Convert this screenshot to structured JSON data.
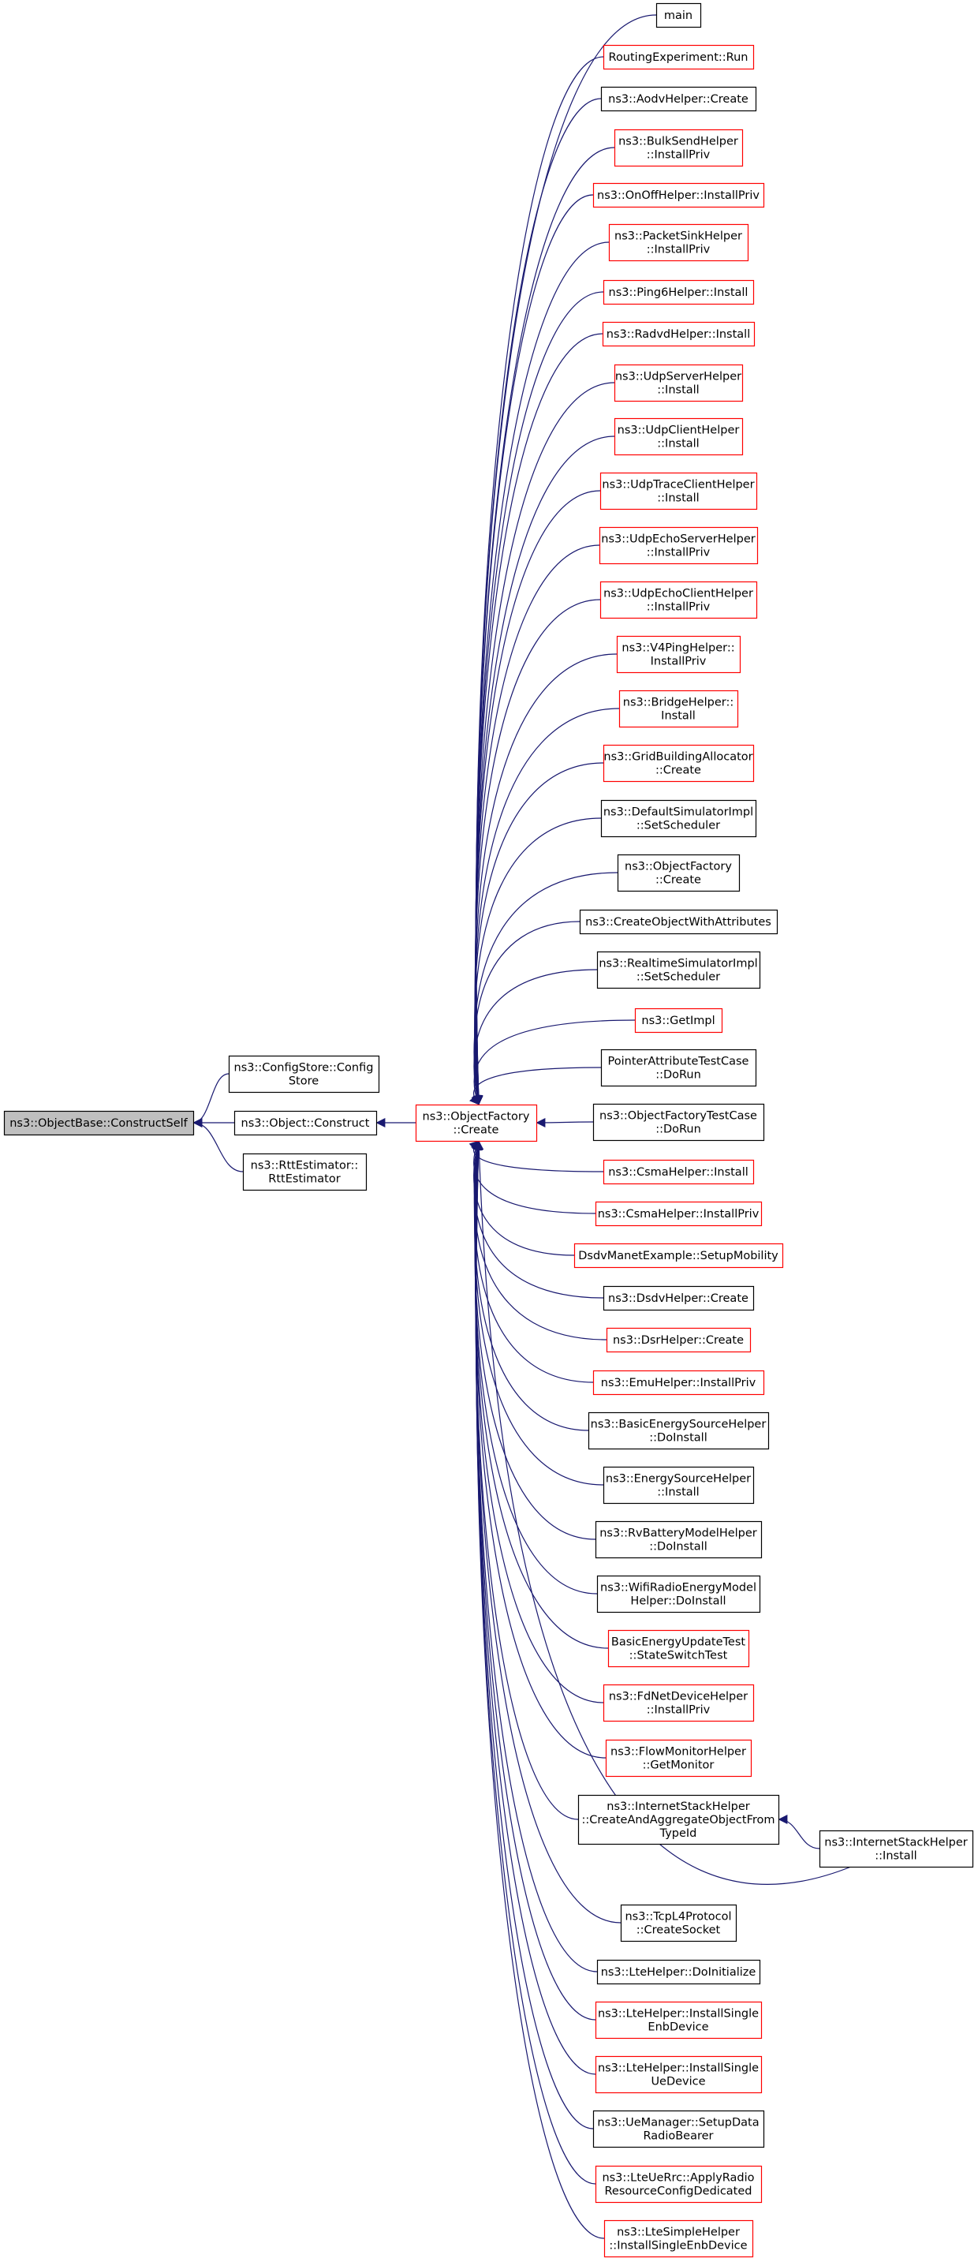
{
  "colors": {
    "edge": "#191970",
    "node_black": "#000000",
    "node_red": "#ff0000",
    "highlight_fill": "#bfbfbf",
    "background": "#ffffff"
  },
  "nodes": {
    "constructself": {
      "lines": [
        "ns3::ObjectBase::ConstructSelf"
      ],
      "border": "black",
      "highlight": true
    },
    "configstore": {
      "lines": [
        "ns3::ConfigStore::Config",
        "Store"
      ],
      "border": "black"
    },
    "object_construct": {
      "lines": [
        "ns3::Object::Construct"
      ],
      "border": "black"
    },
    "rttestimator": {
      "lines": [
        "ns3::RttEstimator::",
        "RttEstimator"
      ],
      "border": "black"
    },
    "objectfactory_create": {
      "lines": [
        "ns3::ObjectFactory",
        "::Create"
      ],
      "border": "red"
    },
    "main": {
      "lines": [
        "main"
      ],
      "border": "black"
    },
    "routing_run": {
      "lines": [
        "RoutingExperiment::Run"
      ],
      "border": "red"
    },
    "aodv_create": {
      "lines": [
        "ns3::AodvHelper::Create"
      ],
      "border": "black"
    },
    "bulksend": {
      "lines": [
        "ns3::BulkSendHelper",
        "::InstallPriv"
      ],
      "border": "red"
    },
    "onoff": {
      "lines": [
        "ns3::OnOffHelper::InstallPriv"
      ],
      "border": "red"
    },
    "packetsink": {
      "lines": [
        "ns3::PacketSinkHelper",
        "::InstallPriv"
      ],
      "border": "red"
    },
    "ping6": {
      "lines": [
        "ns3::Ping6Helper::Install"
      ],
      "border": "red"
    },
    "radvd": {
      "lines": [
        "ns3::RadvdHelper::Install"
      ],
      "border": "red"
    },
    "udpserver": {
      "lines": [
        "ns3::UdpServerHelper",
        "::Install"
      ],
      "border": "red"
    },
    "udpclient": {
      "lines": [
        "ns3::UdpClientHelper",
        "::Install"
      ],
      "border": "red"
    },
    "udptraceclient": {
      "lines": [
        "ns3::UdpTraceClientHelper",
        "::Install"
      ],
      "border": "red"
    },
    "udpechoserver": {
      "lines": [
        "ns3::UdpEchoServerHelper",
        "::InstallPriv"
      ],
      "border": "red"
    },
    "udpechoclient": {
      "lines": [
        "ns3::UdpEchoClientHelper",
        "::InstallPriv"
      ],
      "border": "red"
    },
    "v4ping": {
      "lines": [
        "ns3::V4PingHelper::",
        "InstallPriv"
      ],
      "border": "red"
    },
    "bridge": {
      "lines": [
        "ns3::BridgeHelper::",
        "Install"
      ],
      "border": "red"
    },
    "gridbuilding": {
      "lines": [
        "ns3::GridBuildingAllocator",
        "::Create"
      ],
      "border": "red"
    },
    "defaultsim": {
      "lines": [
        "ns3::DefaultSimulatorImpl",
        "::SetScheduler"
      ],
      "border": "black"
    },
    "objectfactory_create2": {
      "lines": [
        "ns3::ObjectFactory",
        "::Create"
      ],
      "border": "black"
    },
    "createobjattr": {
      "lines": [
        "ns3::CreateObjectWithAttributes"
      ],
      "border": "black"
    },
    "realtimesim": {
      "lines": [
        "ns3::RealtimeSimulatorImpl",
        "::SetScheduler"
      ],
      "border": "black"
    },
    "getimpl": {
      "lines": [
        "ns3::GetImpl"
      ],
      "border": "red"
    },
    "pointerattr": {
      "lines": [
        "PointerAttributeTestCase",
        "::DoRun"
      ],
      "border": "black"
    },
    "objfactorytest": {
      "lines": [
        "ns3::ObjectFactoryTestCase",
        "::DoRun"
      ],
      "border": "black"
    },
    "csma_install": {
      "lines": [
        "ns3::CsmaHelper::Install"
      ],
      "border": "red"
    },
    "csma_installpriv": {
      "lines": [
        "ns3::CsmaHelper::InstallPriv"
      ],
      "border": "red"
    },
    "dsdvmanet": {
      "lines": [
        "DsdvManetExample::SetupMobility"
      ],
      "border": "red"
    },
    "dsdv_create": {
      "lines": [
        "ns3::DsdvHelper::Create"
      ],
      "border": "black"
    },
    "dsr_create": {
      "lines": [
        "ns3::DsrHelper::Create"
      ],
      "border": "red"
    },
    "emu": {
      "lines": [
        "ns3::EmuHelper::InstallPriv"
      ],
      "border": "red"
    },
    "basicenergy": {
      "lines": [
        "ns3::BasicEnergySourceHelper",
        "::DoInstall"
      ],
      "border": "black"
    },
    "energysource": {
      "lines": [
        "ns3::EnergySourceHelper",
        "::Install"
      ],
      "border": "black"
    },
    "rvbattery": {
      "lines": [
        "ns3::RvBatteryModelHelper",
        "::DoInstall"
      ],
      "border": "black"
    },
    "wifiradio": {
      "lines": [
        "ns3::WifiRadioEnergyModel",
        "Helper::DoInstall"
      ],
      "border": "black"
    },
    "basicenergyupdate": {
      "lines": [
        "BasicEnergyUpdateTest",
        "::StateSwitchTest"
      ],
      "border": "red"
    },
    "fdnet": {
      "lines": [
        "ns3::FdNetDeviceHelper",
        "::InstallPriv"
      ],
      "border": "red"
    },
    "flowmonitor": {
      "lines": [
        "ns3::FlowMonitorHelper",
        "::GetMonitor"
      ],
      "border": "red"
    },
    "internetstack_cao": {
      "lines": [
        "ns3::InternetStackHelper",
        "::CreateAndAggregateObjectFrom",
        "TypeId"
      ],
      "border": "black"
    },
    "internetstack_install": {
      "lines": [
        "ns3::InternetStackHelper",
        "::Install"
      ],
      "border": "black"
    },
    "tcpl4": {
      "lines": [
        "ns3::TcpL4Protocol",
        "::CreateSocket"
      ],
      "border": "black"
    },
    "lte_doinit": {
      "lines": [
        "ns3::LteHelper::DoInitialize"
      ],
      "border": "black"
    },
    "lte_enb": {
      "lines": [
        "ns3::LteHelper::InstallSingle",
        "EnbDevice"
      ],
      "border": "red"
    },
    "lte_ue": {
      "lines": [
        "ns3::LteHelper::InstallSingle",
        "UeDevice"
      ],
      "border": "red"
    },
    "uemanager": {
      "lines": [
        "ns3::UeManager::SetupData",
        "RadioBearer"
      ],
      "border": "black"
    },
    "lteuerrc": {
      "lines": [
        "ns3::LteUeRrc::ApplyRadio",
        "ResourceConfigDedicated"
      ],
      "border": "red"
    },
    "ltesimple": {
      "lines": [
        "ns3::LteSimpleHelper",
        "::InstallSingleEnbDevice"
      ],
      "border": "red"
    }
  }
}
